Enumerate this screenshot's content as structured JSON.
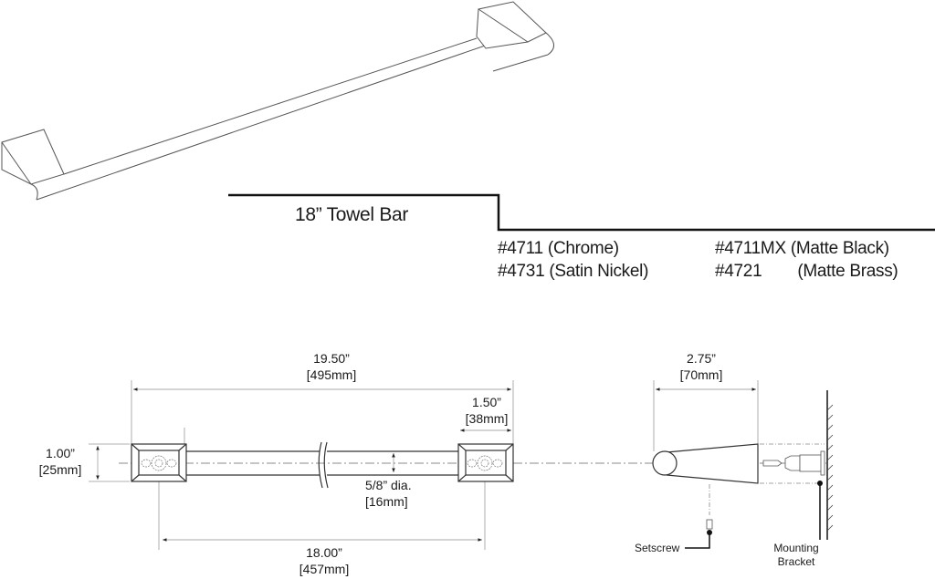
{
  "product": {
    "title": "18”  Towel Bar",
    "models": [
      {
        "number": "#4711",
        "finish": "(Chrome)"
      },
      {
        "number": "#4731",
        "finish": "(Satin Nickel)"
      },
      {
        "number": "#4711MX",
        "finish": "(Matte Black)"
      },
      {
        "number": "#4721",
        "finish": "(Matte Brass)"
      }
    ]
  },
  "dimensions": {
    "overall_length": {
      "imperial": "19.50”",
      "metric": "[495mm]"
    },
    "bracket_width": {
      "imperial": "1.50”",
      "metric": "[38mm]"
    },
    "bracket_height": {
      "imperial": "1.00”",
      "metric": "[25mm]"
    },
    "bar_diameter": {
      "imperial": "5/8” dia.",
      "metric": "[16mm]"
    },
    "center_to_center": {
      "imperial": "18.00”",
      "metric": "[457mm]"
    },
    "projection": {
      "imperial": "2.75”",
      "metric": "[70mm]"
    }
  },
  "callouts": {
    "setscrew": "Setscrew",
    "mounting_bracket_line1": "Mounting",
    "mounting_bracket_line2": "Bracket"
  },
  "colors": {
    "line": "#1a1a1a",
    "thin": "#555555",
    "dim": "#888888"
  }
}
